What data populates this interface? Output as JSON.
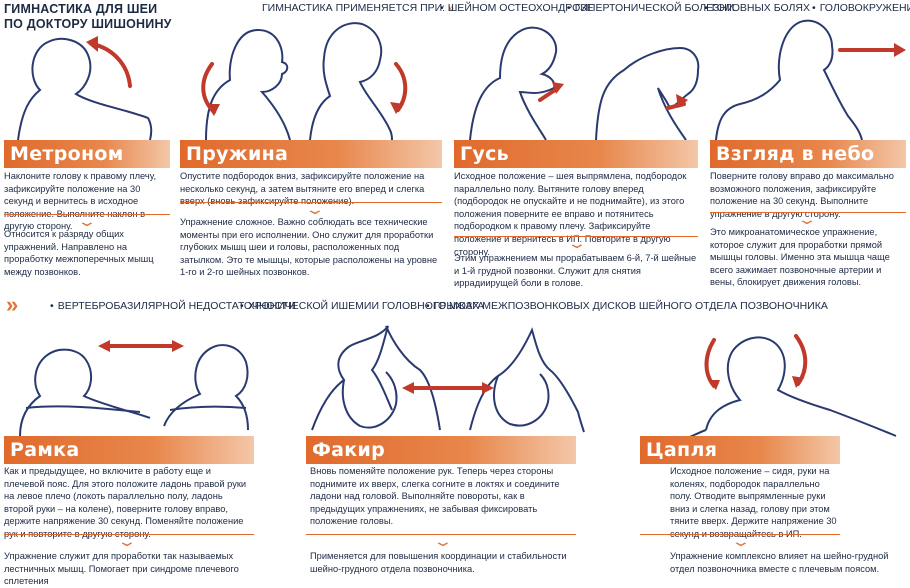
{
  "header": {
    "title_line1": "ГИМНАСТИКА ДЛЯ ШЕИ",
    "title_line2": "ПО ДОКТОРУ ШИШОНИНУ",
    "applies_label": "ГИМНАСТИКА ПРИМЕНЯЕТСЯ ПРИ:",
    "applies_chevrons": "»",
    "conditions": [
      "ШЕЙНОМ ОСТЕОХОНДРОЗЕ",
      "ГИПЕРТОНИЧЕСКОЙ БОЛЕЗНИ",
      "ГОЛОВНЫХ БОЛЯХ",
      "ГОЛОВОКРУЖЕНИЯХ"
    ]
  },
  "row2_header": {
    "chevrons": "»",
    "conditions": [
      "ВЕРТЕБРОБАЗИЛЯРНОЙ НЕДОСТАТОЧНОСТИ",
      "ХРОНИЧЕСКОЙ ИШЕМИИ ГОЛОВНОГО МОЗГА",
      "ГРЫЖАХ МЕЖПОЗВОНКОВЫХ ДИСКОВ ШЕЙНОГО ОТДЕЛА ПОЗВОНОЧНИКА"
    ]
  },
  "exercises": {
    "metronom": {
      "name": "Метроном",
      "description": "Наклоните голову к правому плечу, зафиксируйте положение на 30 секунд и вернитесь в исходное положение. Выполните наклон в другую сторону.",
      "note": "Относится к разряду общих упражнений. Направлено на проработку межпоперечных мышц между позвонков."
    },
    "pruzhina": {
      "name": "Пружина",
      "description": "Опустите подбородок вниз, зафиксируйте положение на несколько секунд, а затем вытяните его вперед и слегка вверх (вновь зафиксируйте положение).",
      "note": "Упражнение сложное. Важно соблюдать все технические моменты при его исполнении. Оно служит для проработки глубоких мышц шеи и головы, расположенных под затылком. Это те мышцы, которые расположены на уровне 1-го и 2-го шейных позвонков."
    },
    "gus": {
      "name": "Гусь",
      "description": "Исходное положение – шея выпрямлена, подбородок параллельно полу. Вытяните голову вперед (подбородок не опускайте и не поднимайте), из этого положения поверните ее вправо и потянитесь подбородком к правому плечу. Зафиксируйте положение и вернитесь в ИП. Повторите в другую сторону.",
      "note": "Этим упражнением мы прорабатываем 6-й, 7-й шейные и 1-й грудной позвонки. Служит для снятия иррадиирущей боли в голове."
    },
    "vzglyad": {
      "name": "Взгляд в небо",
      "description": "Поверните голову вправо до максимально возможного положения, зафиксируйте положение на 30 секунд. Выполните упражнение в другую сторону.",
      "note": "Это микроанатомическое упражнение, которое служит для проработки прямой мышцы головы. Именно эта мышца чаще всего зажимает позвоночные артерии и вены, блокирует движения головы."
    },
    "ramka": {
      "name": "Рамка",
      "description": "Как и предыдущее, но включите в работу еще и плечевой пояс. Для этого положите ладонь правой руки на левое плечо (локоть параллельно полу, ладонь второй руки – на колене), поверните голову вправо, держите напряжение 30 секунд. Поменяйте положение рук и повторите в другую сторону.",
      "note": "Упражнение служит для проработки так называемых лестничных мышц. Помогает при синдроме плечевого сплетения"
    },
    "fakir": {
      "name": "Факир",
      "description": "Вновь поменяйте положение рук. Теперь через стороны поднимите их вверх, слегка согните в локтях и соедините ладони над головой. Выполняйте повороты, как в предыдущих упражнениях, не забывая фиксировать положение головы.",
      "note": "Применяется для повышения координации и стабильности шейно-грудного отдела позвоночника."
    },
    "caplya": {
      "name": "Цапля",
      "description": "Исходное положение – сидя, руки на коленях, подбородок параллельно полу. Отводите выпрямленные руки вниз и слегка назад, голову при этом тяните вверх. Держите напряжение 30 секунд и возвращайтесь в ИП.",
      "note": "Упражнение комплексно влияет на шейно-грудной отдел позвоночника вместе с плечевым поясом."
    }
  },
  "colors": {
    "accent": "#e06a2c",
    "arrow": "#c0392b",
    "ink": "#1d2a44"
  },
  "icons": [
    "chevron-down-icon",
    "double-chevron-icon",
    "red-arrow-icon"
  ]
}
